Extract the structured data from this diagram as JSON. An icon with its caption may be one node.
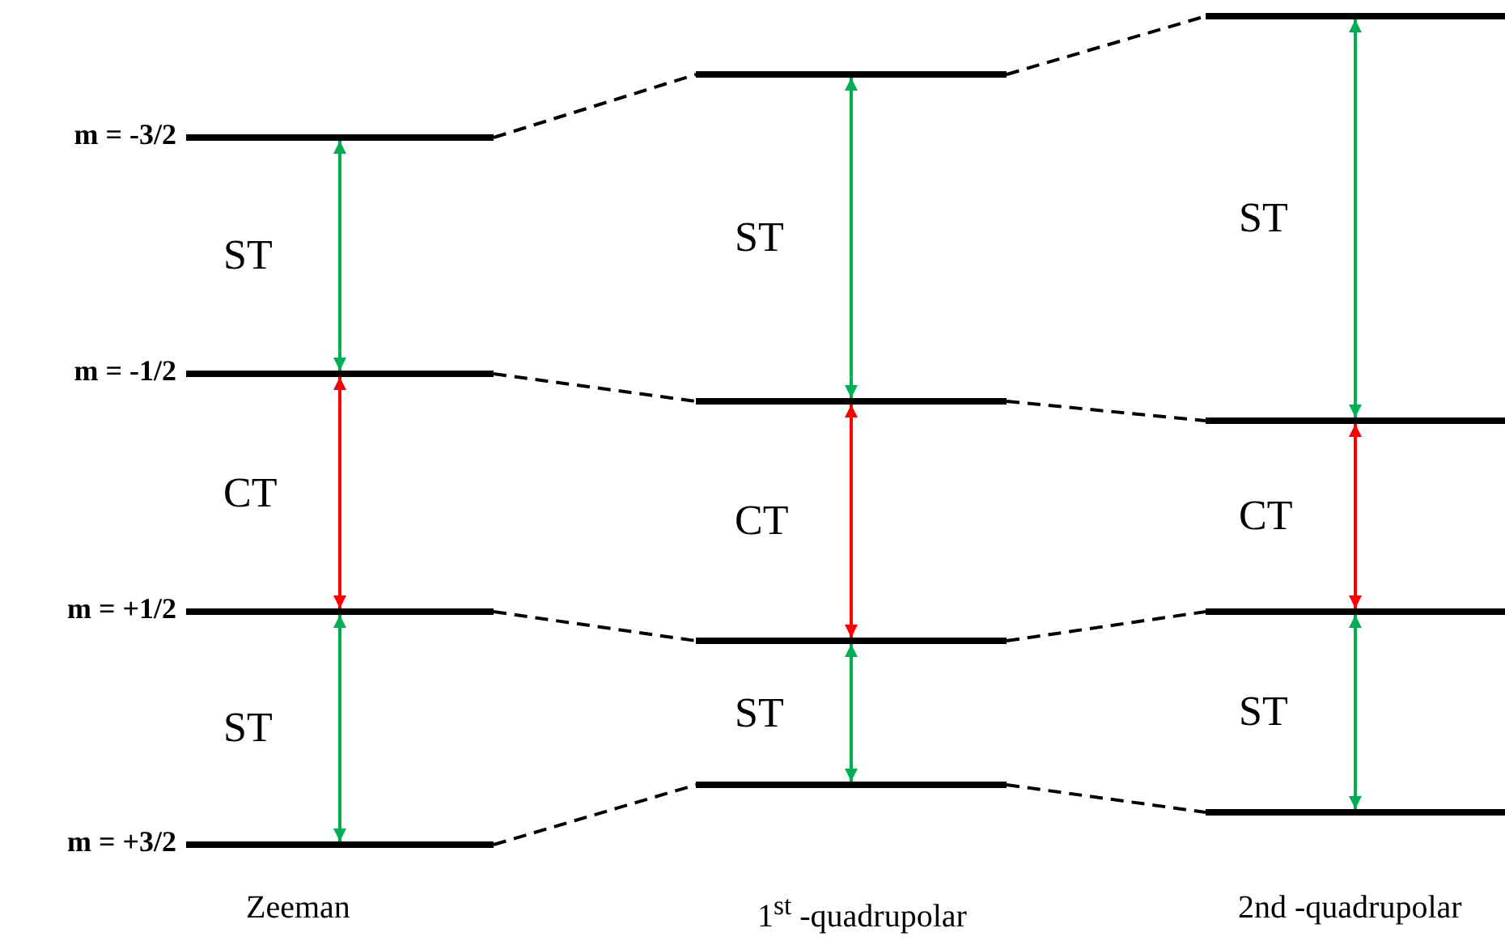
{
  "diagram": {
    "nodes": [
      {
        "text": [],
        "shape": "bar",
        "beside": [
          "m = -3/2"
        ]
      },
      {
        "text": [],
        "shape": "bar",
        "beside": [
          "m = -1/2"
        ]
      },
      {
        "text": [],
        "shape": "bar",
        "beside": [
          "m = +1/2"
        ]
      },
      {
        "text": [],
        "shape": "bar",
        "beside": [
          "m = +3/2"
        ]
      },
      {
        "text": [],
        "shape": "bar"
      },
      {
        "text": [],
        "shape": "bar"
      },
      {
        "text": [],
        "shape": "bar"
      },
      {
        "text": [],
        "shape": "bar"
      },
      {
        "text": [],
        "shape": "bar"
      },
      {
        "text": [],
        "shape": "bar"
      },
      {
        "text": [],
        "shape": "bar"
      },
      {
        "text": [],
        "shape": "bar"
      }
    ],
    "edges": [
      {
        "from": 0,
        "to": 1,
        "arrow": "both",
        "label": "ST",
        "color": "#00b050"
      },
      {
        "from": 1,
        "to": 2,
        "arrow": "both",
        "label": "CT",
        "color": "#ff0000"
      },
      {
        "from": 2,
        "to": 3,
        "arrow": "both",
        "label": "ST",
        "color": "#00b050"
      },
      {
        "from": 4,
        "to": 5,
        "arrow": "both",
        "label": "ST",
        "color": "#00b050"
      },
      {
        "from": 5,
        "to": 6,
        "arrow": "both",
        "label": "CT",
        "color": "#ff0000"
      },
      {
        "from": 6,
        "to": 7,
        "arrow": "both",
        "label": "ST",
        "color": "#00b050"
      },
      {
        "from": 8,
        "to": 9,
        "arrow": "both",
        "label": "ST",
        "color": "#00b050"
      },
      {
        "from": 9,
        "to": 10,
        "arrow": "both",
        "label": "CT",
        "color": "#ff0000"
      },
      {
        "from": 10,
        "to": 11,
        "arrow": "both",
        "label": "ST",
        "color": "#00b050"
      },
      {
        "from": 0,
        "to": 4,
        "arrow": "none",
        "style": "dashed"
      },
      {
        "from": 1,
        "to": 5,
        "arrow": "none",
        "style": "dashed"
      },
      {
        "from": 2,
        "to": 6,
        "arrow": "none",
        "style": "dashed"
      },
      {
        "from": 3,
        "to": 7,
        "arrow": "none",
        "style": "dashed"
      },
      {
        "from": 4,
        "to": 8,
        "arrow": "none",
        "style": "dashed"
      },
      {
        "from": 5,
        "to": 9,
        "arrow": "none",
        "style": "dashed"
      },
      {
        "from": 6,
        "to": 10,
        "arrow": "none",
        "style": "dashed"
      },
      {
        "from": 7,
        "to": 11,
        "arrow": "none",
        "style": "dashed"
      }
    ],
    "labels": [
      "Zeeman",
      "1$^{st}$ -quadrupolar",
      "2nd -quadrupolar"
    ]
  }
}
